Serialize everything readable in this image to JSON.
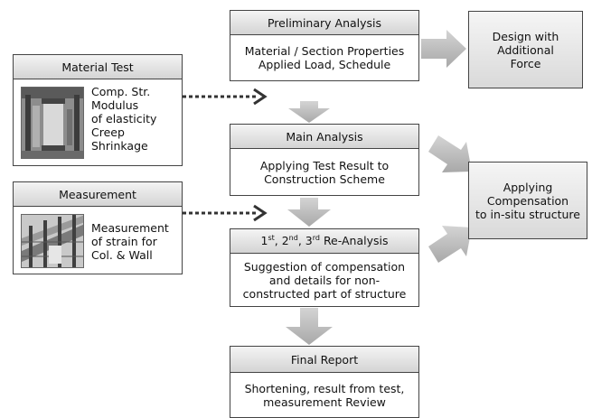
{
  "preliminary": {
    "title": "Preliminary Analysis",
    "lines": [
      "Material / Section Properties",
      "Applied Load, Schedule"
    ]
  },
  "main": {
    "title": "Main Analysis",
    "lines": [
      "Applying Test Result to",
      "Construction Scheme"
    ]
  },
  "reanalysis": {
    "ordinals": [
      {
        "num": "1",
        "suffix": "st"
      },
      {
        "num": "2",
        "suffix": "nd"
      },
      {
        "num": "3",
        "suffix": "rd"
      }
    ],
    "title_tail": "Re-Analysis",
    "lines": [
      "Suggestion of compensation",
      "and details for non-",
      "constructed part of structure"
    ]
  },
  "final": {
    "title": "Final Report",
    "lines": [
      "Shortening, result from test,",
      "measurement Review"
    ]
  },
  "design": {
    "lines": [
      "Design with",
      "Additional",
      "Force"
    ]
  },
  "compensation": {
    "lines": [
      "Applying",
      "Compensation",
      "to in-situ structure"
    ]
  },
  "material_test": {
    "title": "Material Test",
    "lines": [
      "Comp. Str.",
      "Modulus",
      "of elasticity",
      "Creep",
      "Shrinkage"
    ]
  },
  "measurement": {
    "title": "Measurement",
    "lines": [
      "Measurement",
      "of strain for",
      "Col. & Wall"
    ]
  }
}
